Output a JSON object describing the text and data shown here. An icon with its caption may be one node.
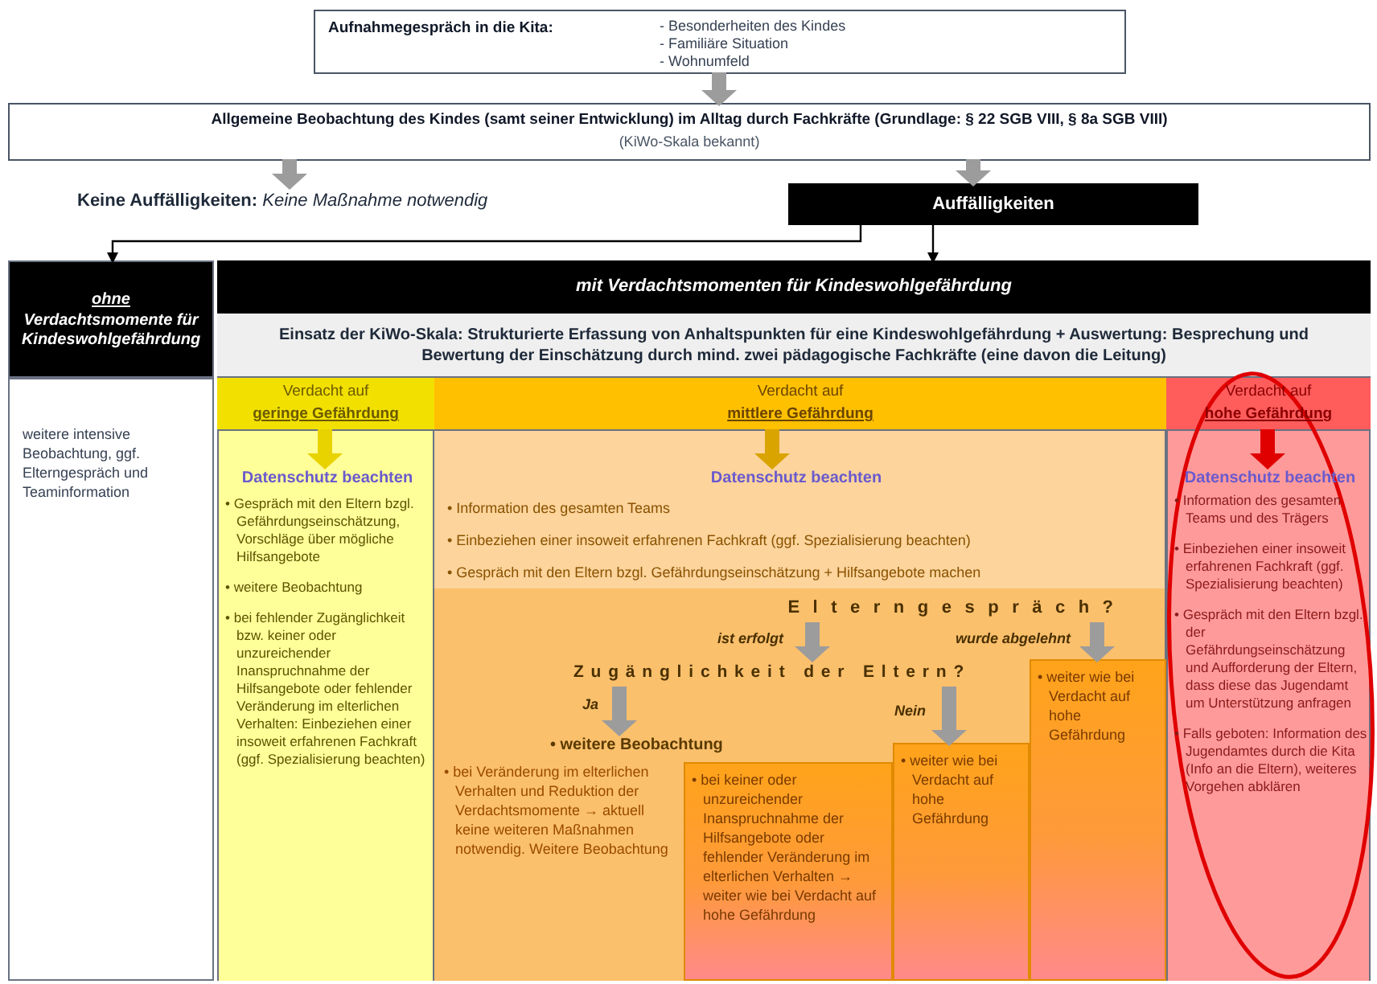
{
  "diagram": {
    "nodes": [
      {
        "text": [
          "Aufnahmegespräch in die Kita:",
          "- Besonderheiten des Kindes",
          "- Familiäre Situation",
          "- Wohnumfeld"
        ]
      },
      {
        "text": [
          "Allgemeine Beobachtung des Kindes (samt seiner Entwicklung) im Alltag durch Fachkräfte (Grundlage: § 22 SGB VIII, § 8a SGB VIII)",
          "(KiWo-Skala bekannt)"
        ]
      },
      {
        "text": [
          "**Keine Auffälligkeiten:** *Keine Maßnahme notwendig*"
        ]
      },
      {
        "text": [
          "Auffälligkeiten"
        ]
      },
      {
        "text": [
          "ohne",
          "Verdachtsmomente für Kindeswohlgefährdung"
        ]
      },
      {
        "text": [
          "weitere intensive Beobachtung, ggf. Elterngespräch und Teaminformation"
        ]
      },
      {
        "text": [
          "mit Verdachtsmomenten für Kindeswohlgefährdung"
        ]
      },
      {
        "text": [
          "Einsatz der KiWo-Skala: Strukturierte Erfassung von Anhaltspunkten für eine Kindeswohlgefährdung + Auswertung: Besprechung und Bewertung der Einschätzung durch mind. zwei pädagogische Fachkräfte (eine davon die Leitung)"
        ]
      },
      {
        "text": [
          "Verdacht auf",
          "geringe Gefährdung"
        ]
      },
      {
        "text": [
          "• Gespräch mit den Eltern bzgl. Gefährdungseinschätzung, Vorschläge über mögliche Hilfsangebote",
          "• weitere Beobachtung",
          "• bei fehlender Zugänglichkeit bzw. keiner oder unzureichender Inanspruchnahme der Hilfsangebote oder fehlender Veränderung im elterlichen Verhalten: Einbeziehen einer insoweit erfahrenen Fachkraft (ggf. Spezialisierung beachten)"
        ]
      },
      {
        "text": [
          "Datenschutz beachten"
        ],
        "in": 9
      },
      {
        "text": [
          "Verdacht auf",
          "mittlere Gefährdung"
        ]
      },
      {
        "text": [
          "• Information des gesamten Teams",
          "• Einbeziehen einer insoweit erfahrenen Fachkraft (ggf. Spezialisierung beachten)",
          "• Gespräch mit den Eltern bzgl. Gefährdungseinschätzung + Hilfsangebote machen"
        ]
      },
      {
        "text": [
          "Datenschutz beachten"
        ],
        "in": 12
      },
      {
        "text": [
          "Elterngespräch?"
        ],
        "in": 12
      },
      {
        "text": [
          "Zugänglichkeit der Eltern?"
        ],
        "in": 12
      },
      {
        "text": [
          "• weitere Beobachtung"
        ],
        "in": 12
      },
      {
        "text": [
          "• bei Veränderung im elterlichen Verhalten und Reduktion der Verdachtsmomente → aktuell keine weiteren Maßnahmen notwendig. Weitere Beobachtung"
        ],
        "in": 12
      },
      {
        "text": [
          "• bei keiner oder unzureichender Inanspruchnahme der Hilfsangebote oder fehlender Veränderung im elterlichen Verhalten → weiter wie bei Verdacht auf hohe Gefährdung"
        ],
        "in": 12
      },
      {
        "text": [
          "• weiter wie bei Verdacht auf hohe Gefährdung"
        ],
        "in": 12
      },
      {
        "text": [
          "• weiter wie bei Verdacht auf hohe Gefährdung"
        ],
        "in": 12
      },
      {
        "text": [
          "Verdacht auf",
          "hohe Gefährdung"
        ]
      },
      {
        "text": [
          "• Information des gesamten Teams und des Trägers",
          "• Einbeziehen einer insoweit erfahrenen Fachkraft (ggf. Spezialisierung beachten)",
          "• Gespräch mit den Eltern bzgl. der Gefährdungseinschätzung und Aufforderung der Eltern, dass diese das Jugendamt um Unterstützung anfragen",
          "• Falls geboten: Information des Jugendamtes durch die Kita (Info an die Eltern), weiteres Vorgehen abklären"
        ]
      },
      {
        "text": [
          "Datenschutz beachten"
        ],
        "in": 22
      }
    ],
    "edges": [
      {
        "from": 0,
        "to": 1,
        "arrow": "to"
      },
      {
        "from": 1,
        "to": 2,
        "arrow": "to"
      },
      {
        "from": 1,
        "to": 3,
        "arrow": "to"
      },
      {
        "from": 3,
        "to": 4,
        "arrow": "to",
        "color": "#000000"
      },
      {
        "from": 3,
        "to": 6,
        "arrow": "to",
        "color": "#000000"
      },
      {
        "from": 8,
        "to": 10,
        "arrow": "to",
        "color": "#e8d200"
      },
      {
        "from": 11,
        "to": 13,
        "arrow": "to",
        "color": "#d9a300"
      },
      {
        "from": 21,
        "to": 23,
        "arrow": "to",
        "color": "#e00000"
      },
      {
        "from": 14,
        "to": 15,
        "arrow": "to",
        "label": "ist erfolgt"
      },
      {
        "from": 14,
        "to": 20,
        "arrow": "to",
        "label": "wurde abgelehnt"
      },
      {
        "from": 15,
        "to": 16,
        "arrow": "to",
        "label": "Ja"
      },
      {
        "from": 15,
        "to": 19,
        "arrow": "to",
        "label": "Nein"
      }
    ]
  }
}
